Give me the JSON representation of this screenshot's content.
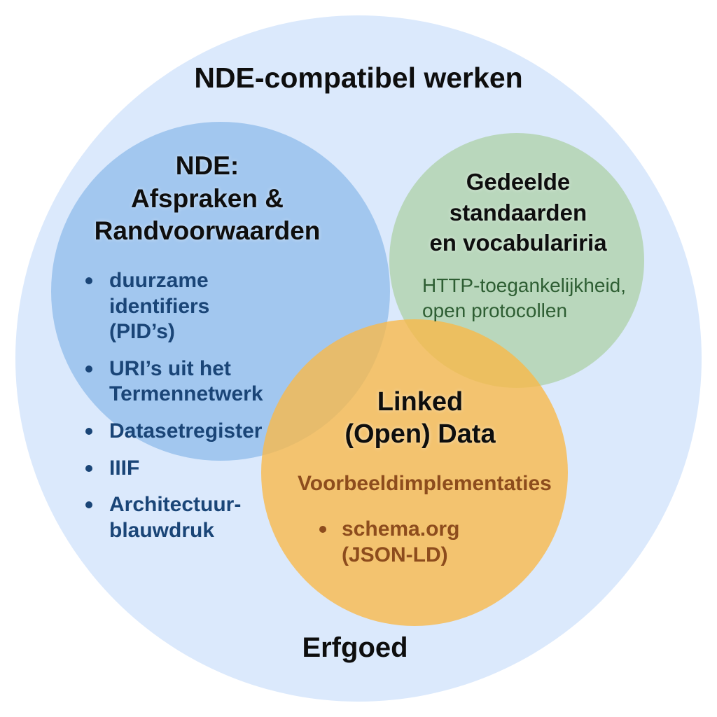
{
  "page": {
    "title": "NDE-compatibel werken",
    "footer": "Erfgoed"
  },
  "colors": {
    "background": "#ffffff",
    "outer_circle_fill": "#dbe9fc",
    "blue_circle_fill": "#a2c7ef",
    "green_circle_fill": "#b9d7bb",
    "orange_circle_fill": "#f3c36e",
    "blue_orange_overlap": "#dcb46f",
    "heading_text": "#0e0e0e",
    "blue_text": "#1a4577",
    "green_text": "#2e5e33",
    "brown_text": "#8d4c1d"
  },
  "circles": {
    "agreements": {
      "heading": "NDE:\nAfspraken &\nRandvoorwaarden",
      "items": [
        "duurzame identifiers\n(PID’s)",
        "URI’s uit het\nTermennetwerk",
        "Datasetregister",
        "IIIF",
        "Architectuur-\nblauwdruk"
      ]
    },
    "standards": {
      "heading": "Gedeelde\nstandaarden\nen vocabulariria",
      "subtext": "HTTP-toegankelijkheid,\nopen protocollen"
    },
    "linked_data": {
      "heading": "Linked\n(Open) Data",
      "subheading": "Voorbeeldimplementaties",
      "items": [
        "schema.org\n(JSON-LD)"
      ]
    }
  }
}
